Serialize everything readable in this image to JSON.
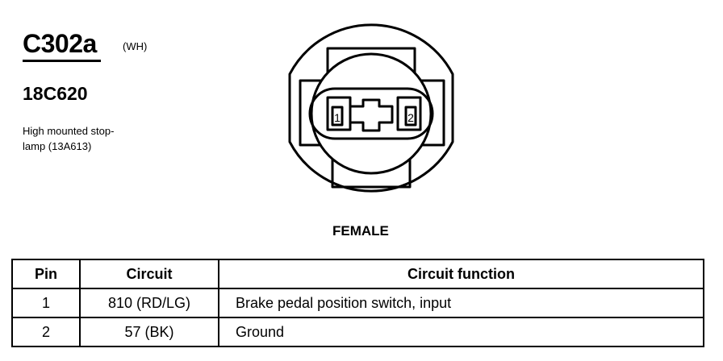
{
  "connector": {
    "id": "C302a",
    "color_code": "(WH)",
    "part_number": "18C620",
    "description_lines": [
      "High mounted stop-",
      "lamp (13A613)"
    ],
    "gender": "FEMALE",
    "cavity_labels": [
      "1",
      "2"
    ]
  },
  "table": {
    "headers": [
      "Pin",
      "Circuit",
      "Circuit function"
    ],
    "rows": [
      {
        "pin": "1",
        "circuit": "810 (RD/LG)",
        "function": "Brake pedal position switch, input"
      },
      {
        "pin": "2",
        "circuit": "57 (BK)",
        "function": "Ground"
      }
    ]
  }
}
